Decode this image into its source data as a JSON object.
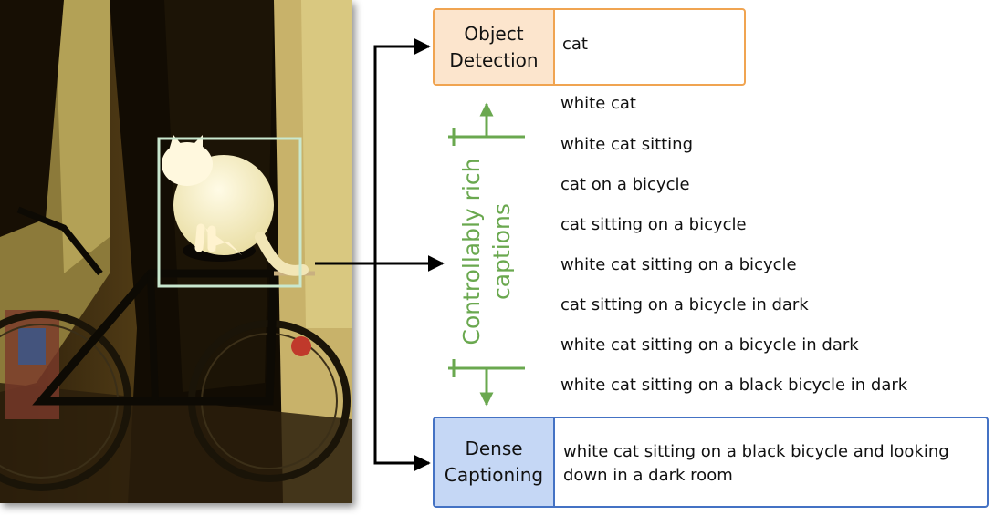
{
  "object_detection": {
    "label": "Object Detection",
    "caption": "cat"
  },
  "dense_captioning": {
    "label": "Dense Captioning",
    "caption": "white cat sitting on a black bicycle and looking down in a dark room"
  },
  "controllable_label": "Controllably rich captions",
  "captions": [
    "white cat",
    "white cat sitting",
    "cat on a bicycle",
    "cat sitting on a bicycle",
    "white cat sitting on a bicycle",
    "cat sitting on a bicycle in dark",
    "white cat sitting on a bicycle in dark",
    "white cat sitting on a black bicycle in dark"
  ],
  "colors": {
    "object_detection_border": "#f0a451",
    "object_detection_fill": "#fce5cd",
    "dense_captioning_border": "#4472c4",
    "dense_captioning_fill": "#c5d7f5",
    "richness_green": "#6aa84f",
    "bbox": "#c9e8cf"
  }
}
